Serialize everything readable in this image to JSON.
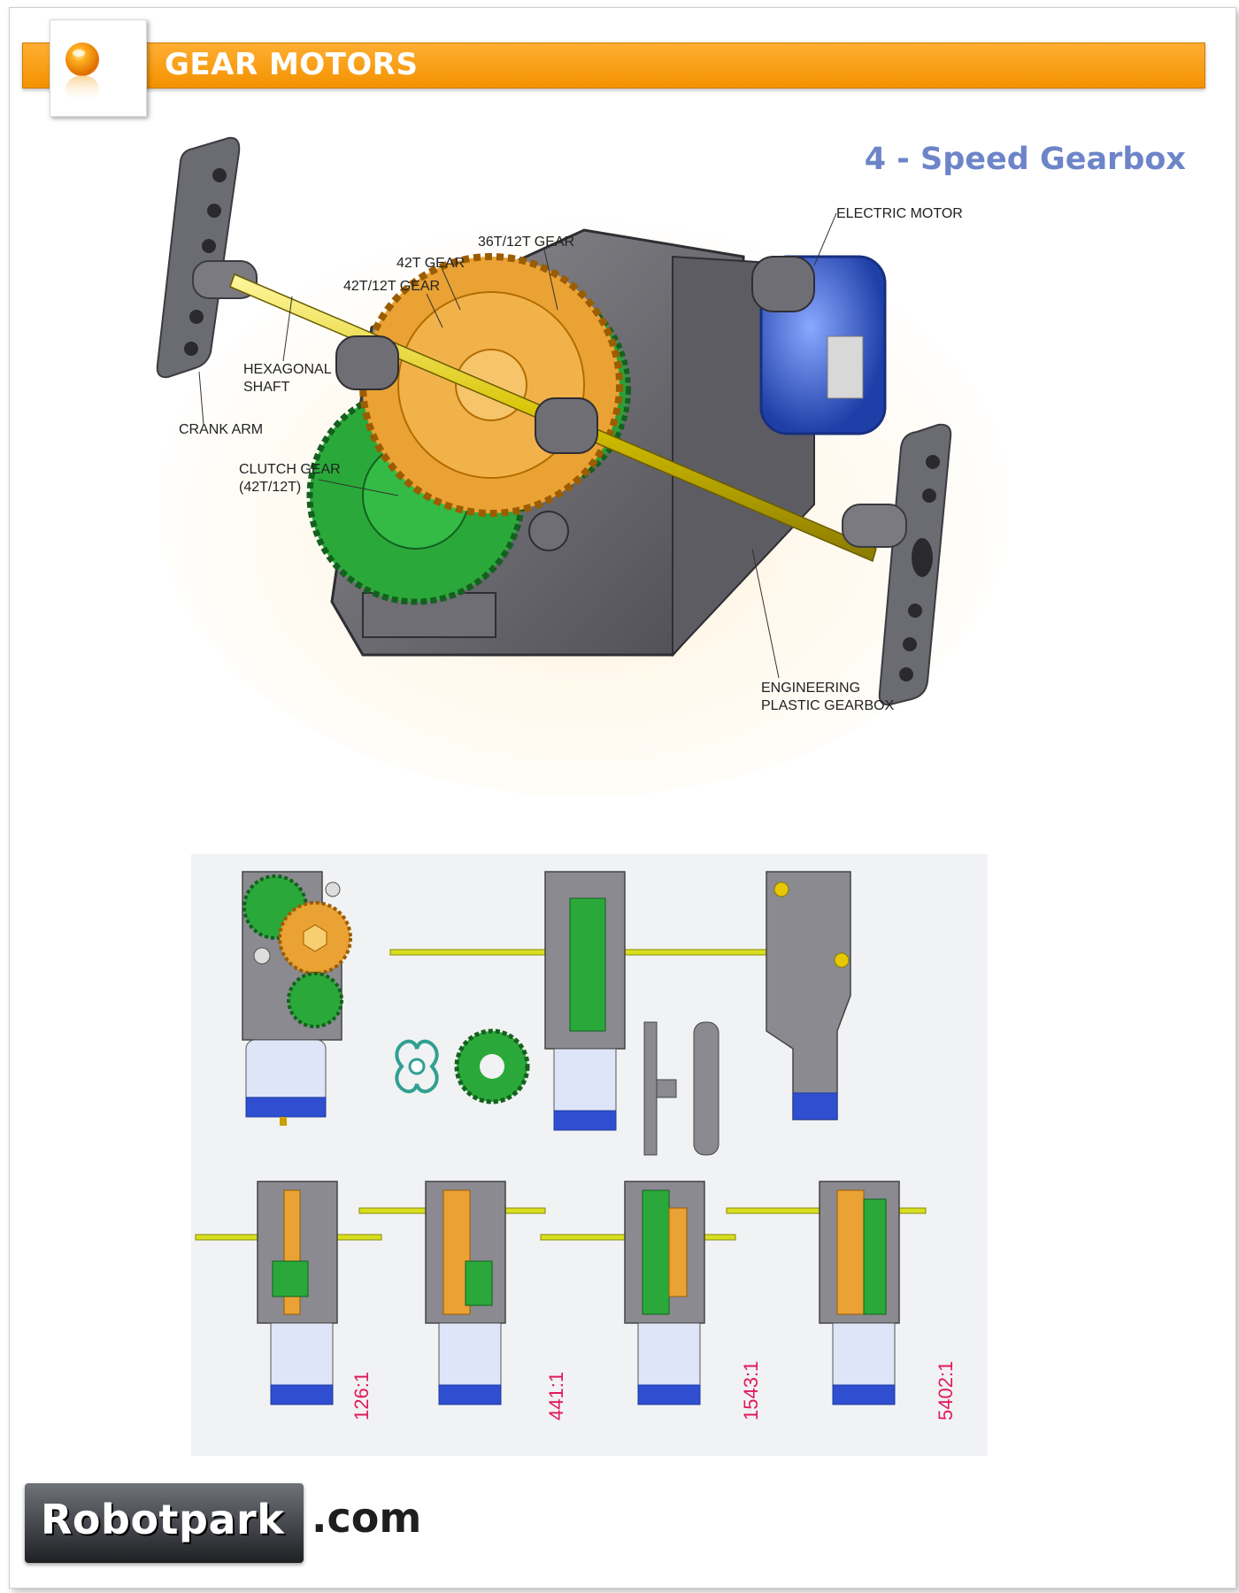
{
  "header": {
    "title": "GEAR MOTORS",
    "accent_color": "#f39200",
    "logo_icon": "orange-orb-icon"
  },
  "section": {
    "title": "4 - Speed Gearbox",
    "title_color": "#6d85c8"
  },
  "illustration": {
    "callouts": {
      "electric_motor": "ELECTRIC MOTOR",
      "gear_36_12": "36T/12T GEAR",
      "gear_42": "42T GEAR",
      "gear_42_12": "42T/12T GEAR",
      "hex_shaft_1": "HEXAGONAL",
      "hex_shaft_2": "SHAFT",
      "crank_arm": "CRANK ARM",
      "clutch_gear_1": "CLUTCH GEAR",
      "clutch_gear_2": "(42T/12T)",
      "gearbox_1": "ENGINEERING",
      "gearbox_2": "PLASTIC GEARBOX"
    }
  },
  "ratios": [
    "126:1",
    "441:1",
    "1543:1",
    "5402:1"
  ],
  "footer": {
    "brand_name": "Robotpark",
    "brand_tld": ".com"
  }
}
